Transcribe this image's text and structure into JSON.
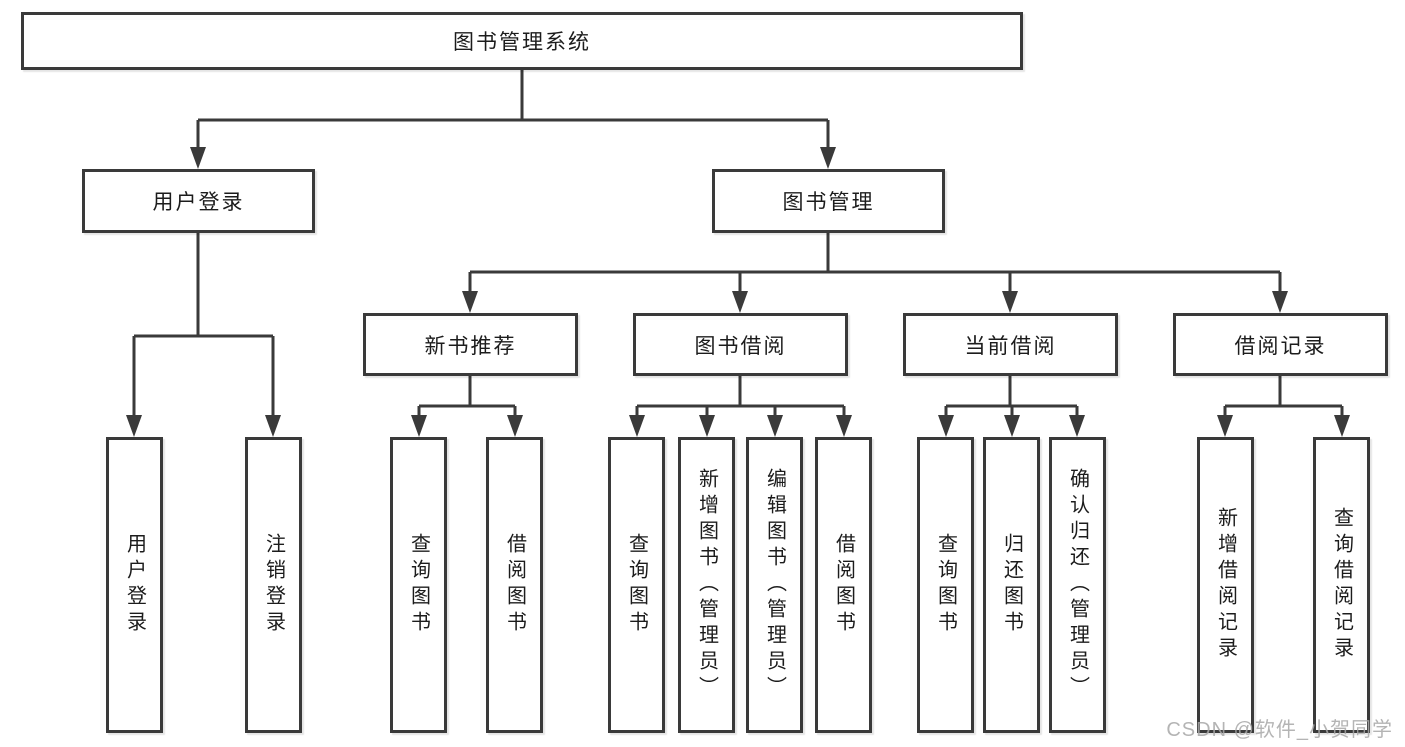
{
  "tree": {
    "root": {
      "label": "图书管理系统"
    },
    "branches": [
      {
        "label": "用户登录",
        "children": [
          {
            "label": "用户登录"
          },
          {
            "label": "注销登录"
          }
        ]
      },
      {
        "label": "图书管理",
        "children": [
          {
            "label": "新书推荐",
            "children": [
              {
                "label": "查询图书"
              },
              {
                "label": "借阅图书"
              }
            ]
          },
          {
            "label": "图书借阅",
            "children": [
              {
                "label": "查询图书"
              },
              {
                "label": "新增图书（管理员）"
              },
              {
                "label": "编辑图书（管理员）"
              },
              {
                "label": "借阅图书"
              }
            ]
          },
          {
            "label": "当前借阅",
            "children": [
              {
                "label": "查询图书"
              },
              {
                "label": "归还图书"
              },
              {
                "label": "确认归还（管理员）"
              }
            ]
          },
          {
            "label": "借阅记录",
            "children": [
              {
                "label": "新增借阅记录"
              },
              {
                "label": "查询借阅记录"
              }
            ]
          }
        ]
      }
    ]
  },
  "watermark": {
    "text": "CSDN @软件_小贺同学"
  },
  "colors": {
    "line": "#3a3a3a",
    "box_border": "#3a3a3a",
    "box_fill": "#ffffff",
    "text": "#1c1c1c",
    "watermark": "#a8a8a8",
    "background": "#ffffff"
  }
}
